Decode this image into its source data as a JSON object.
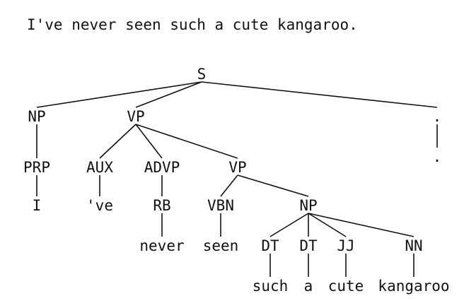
{
  "sentence": "I've never seen such a cute kangaroo.",
  "tree": {
    "label": "S",
    "children": [
      {
        "label": "NP",
        "children": [
          {
            "label": "PRP",
            "children": [
              {
                "label": "I"
              }
            ]
          }
        ]
      },
      {
        "label": "VP",
        "children": [
          {
            "label": "AUX",
            "children": [
              {
                "label": "'ve"
              }
            ]
          },
          {
            "label": "ADVP",
            "children": [
              {
                "label": "RB",
                "children": [
                  {
                    "label": "never"
                  }
                ]
              }
            ]
          },
          {
            "label": "VP",
            "children": [
              {
                "label": "VBN",
                "children": [
                  {
                    "label": "seen"
                  }
                ]
              },
              {
                "label": "NP",
                "children": [
                  {
                    "label": "DT",
                    "children": [
                      {
                        "label": "such"
                      }
                    ]
                  },
                  {
                    "label": "DT",
                    "children": [
                      {
                        "label": "a"
                      }
                    ]
                  },
                  {
                    "label": "JJ",
                    "children": [
                      {
                        "label": "cute"
                      }
                    ]
                  },
                  {
                    "label": "NN",
                    "children": [
                      {
                        "label": "kangaroo"
                      }
                    ]
                  }
                ]
              }
            ]
          }
        ]
      },
      {
        "label": ".",
        "children": [
          {
            "label": "."
          }
        ]
      }
    ]
  }
}
